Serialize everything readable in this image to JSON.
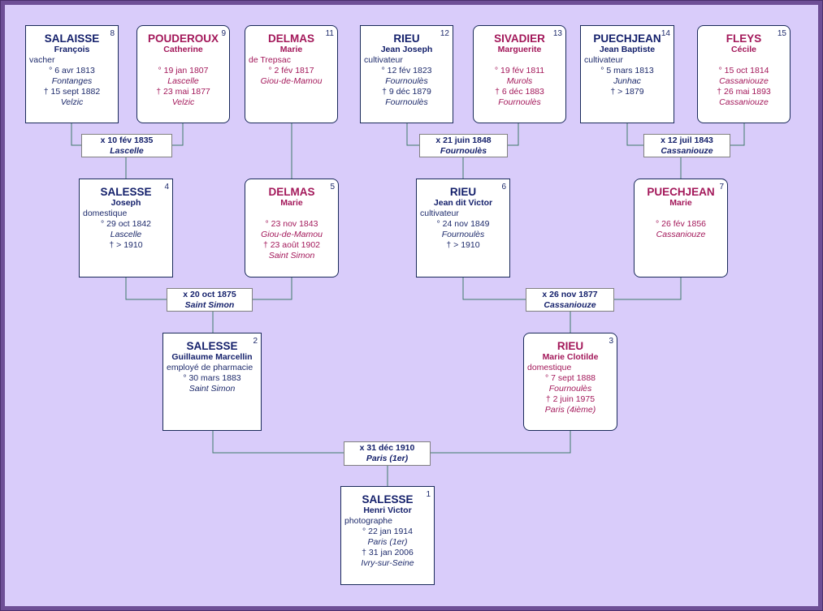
{
  "persons": {
    "p1": {
      "num": "1",
      "surname": "SALESSE",
      "given": "Henri Victor",
      "occupation": "photographe",
      "birth": "° 22 jan 1914",
      "birth_place": "Paris (1er)",
      "death": "† 31 jan 2006",
      "death_place": "Ivry-sur-Seine"
    },
    "p2": {
      "num": "2",
      "surname": "SALESSE",
      "given": "Guillaume Marcellin",
      "occupation": "employé de pharmacie",
      "birth": "° 30 mars 1883",
      "birth_place": "Saint Simon"
    },
    "p3": {
      "num": "3",
      "surname": "RIEU",
      "given": "Marie Clotilde",
      "occupation": "domestique",
      "birth": "° 7 sept 1888",
      "birth_place": "Fournoulès",
      "death": "† 2 juin 1975",
      "death_place": "Paris (4ième)"
    },
    "p4": {
      "num": "4",
      "surname": "SALESSE",
      "given": "Joseph",
      "occupation": "domestique",
      "birth": "° 29 oct 1842",
      "birth_place": "Lascelle",
      "death": "† > 1910"
    },
    "p5": {
      "num": "5",
      "surname": "DELMAS",
      "given": "Marie",
      "birth": "° 23 nov 1843",
      "birth_place": "Giou-de-Mamou",
      "death": "† 23 août 1902",
      "death_place": "Saint Simon"
    },
    "p6": {
      "num": "6",
      "surname": "RIEU",
      "given": "Jean dit Victor",
      "occupation": "cultivateur",
      "birth": "° 24 nov 1849",
      "birth_place": "Fournoulès",
      "death": "† > 1910"
    },
    "p7": {
      "num": "7",
      "surname": "PUECHJEAN",
      "given": "Marie",
      "birth": "° 26 fév 1856",
      "birth_place": "Cassaniouze"
    },
    "p8": {
      "num": "8",
      "surname": "SALAISSE",
      "given": "François",
      "occupation": "vacher",
      "birth": "° 6 avr 1813",
      "birth_place": "Fontanges",
      "death": "† 15 sept 1882",
      "death_place": "Velzic"
    },
    "p9": {
      "num": "9",
      "surname": "POUDEROUX",
      "given": "Catherine",
      "birth": "° 19 jan 1807",
      "birth_place": "Lascelle",
      "death": "† 23 mai 1877",
      "death_place": "Velzic"
    },
    "p11": {
      "num": "11",
      "surname": "DELMAS",
      "given": "Marie",
      "occupation": "de Trepsac",
      "birth": "° 2 fév 1817",
      "birth_place": "Giou-de-Mamou"
    },
    "p12": {
      "num": "12",
      "surname": "RIEU",
      "given": "Jean Joseph",
      "occupation": "cultivateur",
      "birth": "° 12 fév 1823",
      "birth_place": "Fournoulès",
      "death": "† 9 déc 1879",
      "death_place": "Fournoulès"
    },
    "p13": {
      "num": "13",
      "surname": "SIVADIER",
      "given": "Marguerite",
      "birth": "° 19 fév 1811",
      "birth_place": "Murols",
      "death": "† 6 déc 1883",
      "death_place": "Fournoulès"
    },
    "p14": {
      "num": "14",
      "surname": "PUECHJEAN",
      "given": "Jean Baptiste",
      "occupation": "cultivateur",
      "birth": "° 5 mars 1813",
      "birth_place": "Junhac",
      "death": "† > 1879"
    },
    "p15": {
      "num": "15",
      "surname": "FLEYS",
      "given": "Cécile",
      "birth": "° 15 oct 1814",
      "birth_place": "Cassaniouze",
      "death": "† 26 mai 1893",
      "death_place": "Cassaniouze"
    }
  },
  "marriages": {
    "m1": {
      "date": "x 31 déc 1910",
      "place": "Paris (1er)"
    },
    "m2": {
      "date": "x 20 oct 1875",
      "place": "Saint Simon"
    },
    "m3": {
      "date": "x 26 nov 1877",
      "place": "Cassaniouze"
    },
    "m4": {
      "date": "x 10 fév 1835",
      "place": "Lascelle"
    },
    "m6": {
      "date": "x 21 juin 1848",
      "place": "Fournoulès"
    },
    "m7": {
      "date": "x 12 juil 1843",
      "place": "Cassaniouze"
    }
  },
  "colors": {
    "background": "#d9ccfa",
    "frame": "#6e4f96",
    "male_text": "#14206b",
    "female_text": "#a3185a",
    "connector": "#3e7a6a"
  }
}
